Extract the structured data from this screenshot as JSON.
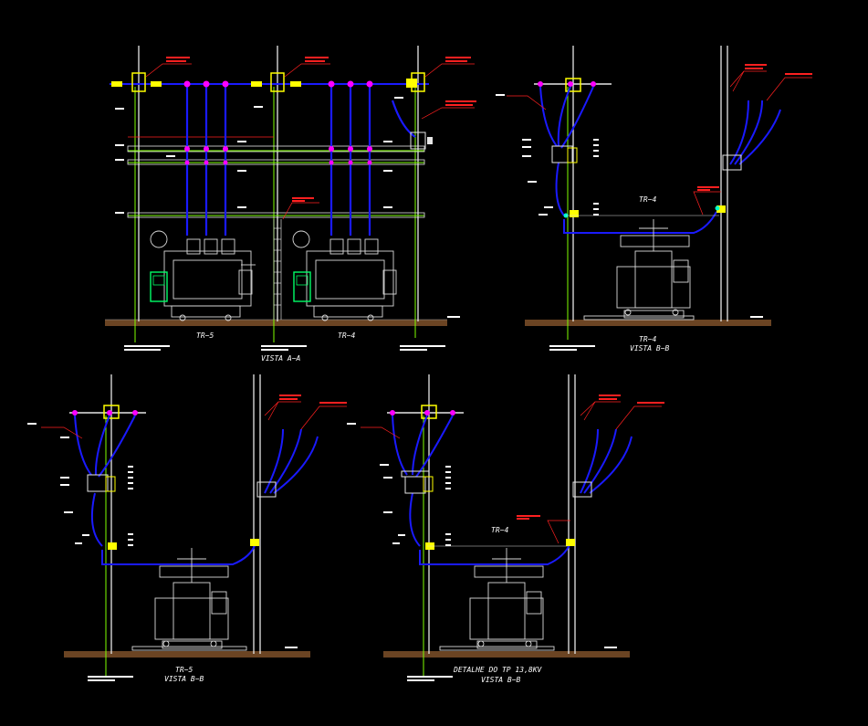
{
  "colors": {
    "background": "#000000",
    "pole": "#e6e6e6",
    "ground_wire": "#7fff00",
    "cable": "#1a1aff",
    "insulator": "#ff00ff",
    "crossarm_yellow": "#ffff00",
    "callout": "#ff2020",
    "ground": "#6b4423",
    "transformer": "#d9d9d9",
    "highlight": "#00ff66"
  },
  "labels": {
    "tr5_top": "TR−5",
    "tr4_top": "TR−4",
    "vista_aa": "VISTA A−A",
    "tr4_right_top": "TR−4",
    "tr4_right_bottom": "TR−4",
    "vista_bb_1": "VISTA B−B",
    "tr5_bottom": "TR−5",
    "vista_bb_2": "VISTA B−B",
    "tr4_detail": "TR−4",
    "detalhe": "DETALHE DO TP 13,8KV",
    "vista_bb_3": "VISTA B−B"
  }
}
